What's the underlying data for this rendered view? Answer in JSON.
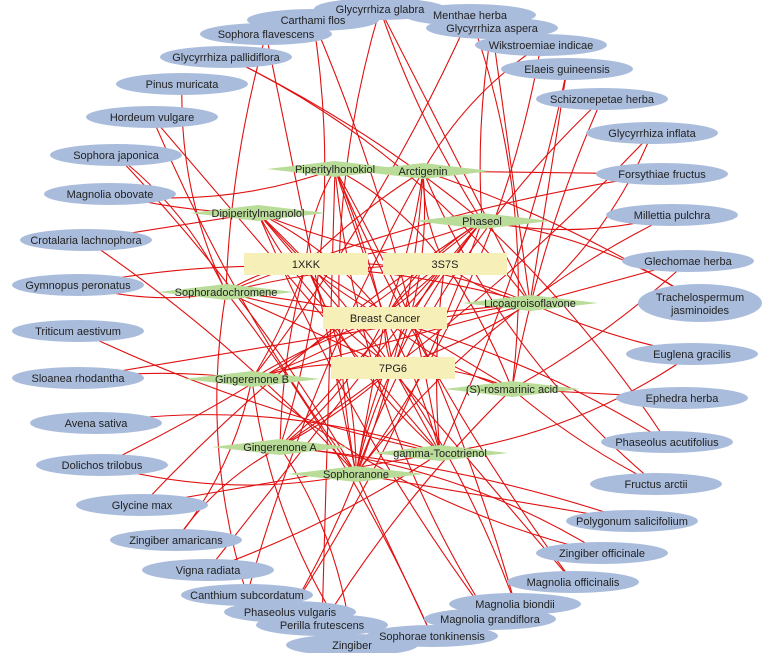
{
  "colors": {
    "edge": "#e01010",
    "herb": "#a9bcdc",
    "compound": "#b9dc98",
    "target": "#f7efb8"
  },
  "disease": "Breast Cancer",
  "targets": [
    "1XKK",
    "3S7S",
    "7PG6"
  ],
  "compounds": [
    "Piperitylhonokiol",
    "Arctigenin",
    "Dipiperitylmagnolol",
    "Phaseol",
    "Sophoradochromene",
    "Licoagroisoflavone",
    "Gingerenone B",
    "(S)-rosmarinic acid",
    "Gingerenone A",
    "gamma-Tocotrienol",
    "Sophoranone"
  ],
  "herbs": [
    "Carthami flos",
    "Glycyrrhiza glabra",
    "Menthae herba",
    "Glycyrrhiza aspera",
    "Wikstroemiae indicae",
    "Elaeis guineensis",
    "Schizonepetae herba",
    "Glycyrrhiza inflata",
    "Forsythiae fructus",
    "Millettia pulchra",
    "Glechomae herba",
    "Trachelospermum jasminoides",
    "Euglena gracilis",
    "Ephedra herba",
    "Phaseolus acutifolius",
    "Fructus arctii",
    "Polygonum salicifolium",
    "Zingiber officinale",
    "Magnolia officinalis",
    "Magnolia biondii",
    "Magnolia grandiflora",
    "Sophorae tonkinensis",
    "Zingiber",
    "Perilla frutescens",
    "Phaseolus vulgaris",
    "Canthium subcordatum",
    "Vigna radiata",
    "Zingiber amaricans",
    "Glycine max",
    "Dolichos trilobus",
    "Avena sativa",
    "Sloanea rhodantha",
    "Triticum aestivum",
    "Gymnopus peronatus",
    "Crotalaria lachnophora",
    "Magnolia obovate",
    "Sophora japonica",
    "Hordeum vulgare",
    "Pinus muricata",
    "Glycyrrhiza pallidiflora",
    "Sophora flavescens"
  ],
  "herb_compound_edges": [
    [
      "Carthami flos",
      "Gingerenone A"
    ],
    [
      "Carthami flos",
      "gamma-Tocotrienol"
    ],
    [
      "Glycyrrhiza glabra",
      "Licoagroisoflavone"
    ],
    [
      "Glycyrrhiza glabra",
      "Phaseol"
    ],
    [
      "Glycyrrhiza glabra",
      "Sophoranone"
    ],
    [
      "Menthae herba",
      "(S)-rosmarinic acid"
    ],
    [
      "Menthae herba",
      "Gingerenone B"
    ],
    [
      "Glycyrrhiza aspera",
      "Licoagroisoflavone"
    ],
    [
      "Glycyrrhiza aspera",
      "Phaseol"
    ],
    [
      "Wikstroemiae indicae",
      "Arctigenin"
    ],
    [
      "Wikstroemiae indicae",
      "Sophoranone"
    ],
    [
      "Elaeis guineensis",
      "gamma-Tocotrienol"
    ],
    [
      "Elaeis guineensis",
      "Licoagroisoflavone"
    ],
    [
      "Schizonepetae herba",
      "(S)-rosmarinic acid"
    ],
    [
      "Schizonepetae herba",
      "Sophoranone"
    ],
    [
      "Glycyrrhiza inflata",
      "Licoagroisoflavone"
    ],
    [
      "Glycyrrhiza inflata",
      "Gingerenone A"
    ],
    [
      "Forsythiae fructus",
      "Arctigenin"
    ],
    [
      "Forsythiae fructus",
      "Sophoradochromene"
    ],
    [
      "Millettia pulchra",
      "Sophoranone"
    ],
    [
      "Millettia pulchra",
      "Phaseol"
    ],
    [
      "Glechomae herba",
      "(S)-rosmarinic acid"
    ],
    [
      "Glechomae herba",
      "Gingerenone B"
    ],
    [
      "Trachelospermum jasminoides",
      "Arctigenin"
    ],
    [
      "Trachelospermum jasminoides",
      "Phaseol"
    ],
    [
      "Euglena gracilis",
      "gamma-Tocotrienol"
    ],
    [
      "Euglena gracilis",
      "Licoagroisoflavone"
    ],
    [
      "Ephedra herba",
      "(S)-rosmarinic acid"
    ],
    [
      "Phaseolus acutifolius",
      "Phaseol"
    ],
    [
      "Phaseolus acutifolius",
      "Sophoradochromene"
    ],
    [
      "Fructus arctii",
      "Arctigenin"
    ],
    [
      "Fructus arctii",
      "(S)-rosmarinic acid"
    ],
    [
      "Polygonum salicifolium",
      "Sophoranone"
    ],
    [
      "Polygonum salicifolium",
      "Gingerenone A"
    ],
    [
      "Zingiber officinale",
      "Gingerenone A"
    ],
    [
      "Zingiber officinale",
      "Gingerenone B"
    ],
    [
      "Magnolia officinalis",
      "Piperitylhonokiol"
    ],
    [
      "Magnolia officinalis",
      "Dipiperitylmagnolol"
    ],
    [
      "Magnolia biondii",
      "Piperitylhonokiol"
    ],
    [
      "Magnolia biondii",
      "Dipiperitylmagnolol"
    ],
    [
      "Magnolia grandiflora",
      "Piperitylhonokiol"
    ],
    [
      "Magnolia grandiflora",
      "Dipiperitylmagnolol"
    ],
    [
      "Sophorae tonkinensis",
      "Sophoranone"
    ],
    [
      "Sophorae tonkinensis",
      "Sophoradochromene"
    ],
    [
      "Zingiber",
      "Gingerenone A"
    ],
    [
      "Zingiber",
      "Gingerenone B"
    ],
    [
      "Perilla frutescens",
      "(S)-rosmarinic acid"
    ],
    [
      "Perilla frutescens",
      "Piperitylhonokiol"
    ],
    [
      "Phaseolus vulgaris",
      "Phaseol"
    ],
    [
      "Phaseolus vulgaris",
      "Arctigenin"
    ],
    [
      "Canthium subcordatum",
      "Sophoradochromene"
    ],
    [
      "Canthium subcordatum",
      "Arctigenin"
    ],
    [
      "Vigna radiata",
      "Phaseol"
    ],
    [
      "Vigna radiata",
      "gamma-Tocotrienol"
    ],
    [
      "Zingiber amaricans",
      "Gingerenone B"
    ],
    [
      "Zingiber amaricans",
      "Gingerenone A"
    ],
    [
      "Glycine max",
      "Phaseol"
    ],
    [
      "Glycine max",
      "gamma-Tocotrienol"
    ],
    [
      "Dolichos trilobus",
      "Phaseol"
    ],
    [
      "Dolichos trilobus",
      "Sophoranone"
    ],
    [
      "Avena sativa",
      "gamma-Tocotrienol"
    ],
    [
      "Sloanea rhodantha",
      "Gingerenone B"
    ],
    [
      "Sloanea rhodantha",
      "Licoagroisoflavone"
    ],
    [
      "Triticum aestivum",
      "gamma-Tocotrienol"
    ],
    [
      "Gymnopus peronatus",
      "Sophoradochromene"
    ],
    [
      "Gymnopus peronatus",
      "Licoagroisoflavone"
    ],
    [
      "Crotalaria lachnophora",
      "Sophoranone"
    ],
    [
      "Crotalaria lachnophora",
      "Dipiperitylmagnolol"
    ],
    [
      "Magnolia obovate",
      "Dipiperitylmagnolol"
    ],
    [
      "Magnolia obovate",
      "Piperitylhonokiol"
    ],
    [
      "Sophora japonica",
      "Sophoradochromene"
    ],
    [
      "Sophora japonica",
      "Sophoranone"
    ],
    [
      "Hordeum vulgare",
      "gamma-Tocotrienol"
    ],
    [
      "Hordeum vulgare",
      "Sophoranone"
    ],
    [
      "Pinus muricata",
      "Sophoradochromene"
    ],
    [
      "Glycyrrhiza pallidiflora",
      "Licoagroisoflavone"
    ],
    [
      "Glycyrrhiza pallidiflora",
      "Phaseol"
    ],
    [
      "Sophora flavescens",
      "Sophoranone"
    ],
    [
      "Sophora flavescens",
      "Sophoradochromene"
    ]
  ]
}
